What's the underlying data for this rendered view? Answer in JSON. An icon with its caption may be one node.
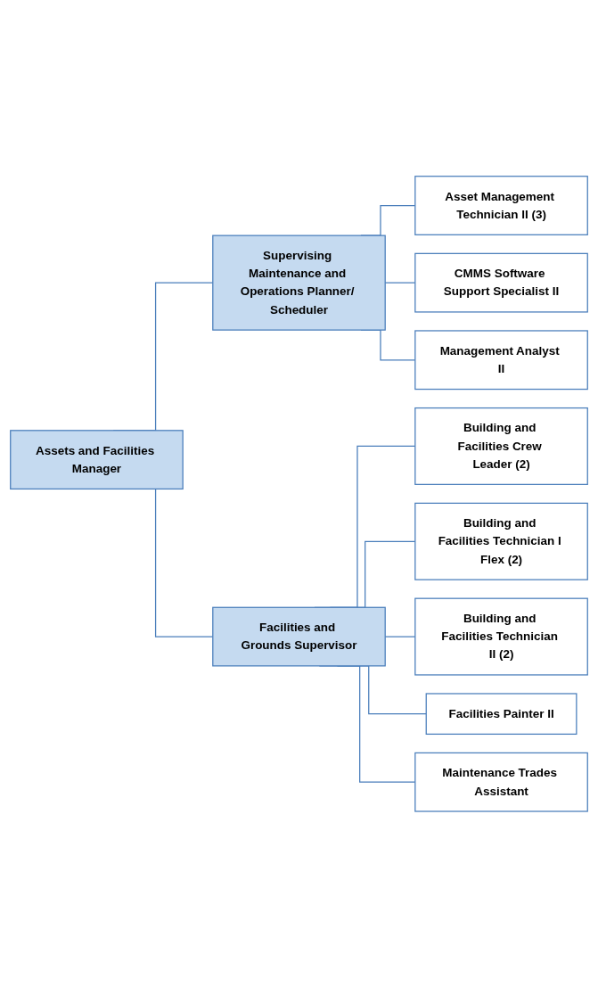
{
  "diagram": {
    "nodes": [
      {
        "text": [
          "Assets and Facilities Manager"
        ]
      },
      {
        "text": [
          "Supervising Maintenance and Operations Planner/ Scheduler"
        ]
      },
      {
        "text": [
          "Facilities and Grounds Supervisor"
        ]
      },
      {
        "text": [
          "Asset Management Technician II (3)"
        ]
      },
      {
        "text": [
          "CMMS Software Support Specialist II"
        ]
      },
      {
        "text": [
          "Management Analyst II"
        ]
      },
      {
        "text": [
          "Building and Facilities Crew Leader (2)"
        ]
      },
      {
        "text": [
          "Building and Facilities Technician I Flex (2)"
        ]
      },
      {
        "text": [
          "Building and Facilities Technician II (2)"
        ]
      },
      {
        "text": [
          "Facilities Painter II"
        ]
      },
      {
        "text": [
          "Maintenance Trades Assistant"
        ]
      }
    ],
    "edges": [
      {
        "from": 0,
        "to": 1,
        "arrow": "none"
      },
      {
        "from": 0,
        "to": 2,
        "arrow": "none"
      },
      {
        "from": 1,
        "to": 3,
        "arrow": "none"
      },
      {
        "from": 1,
        "to": 4,
        "arrow": "none"
      },
      {
        "from": 1,
        "to": 5,
        "arrow": "none"
      },
      {
        "from": 2,
        "to": 6,
        "arrow": "none"
      },
      {
        "from": 2,
        "to": 7,
        "arrow": "none"
      },
      {
        "from": 2,
        "to": 8,
        "arrow": "none"
      },
      {
        "from": 2,
        "to": 9,
        "arrow": "none"
      },
      {
        "from": 2,
        "to": 10,
        "arrow": "none"
      }
    ]
  }
}
